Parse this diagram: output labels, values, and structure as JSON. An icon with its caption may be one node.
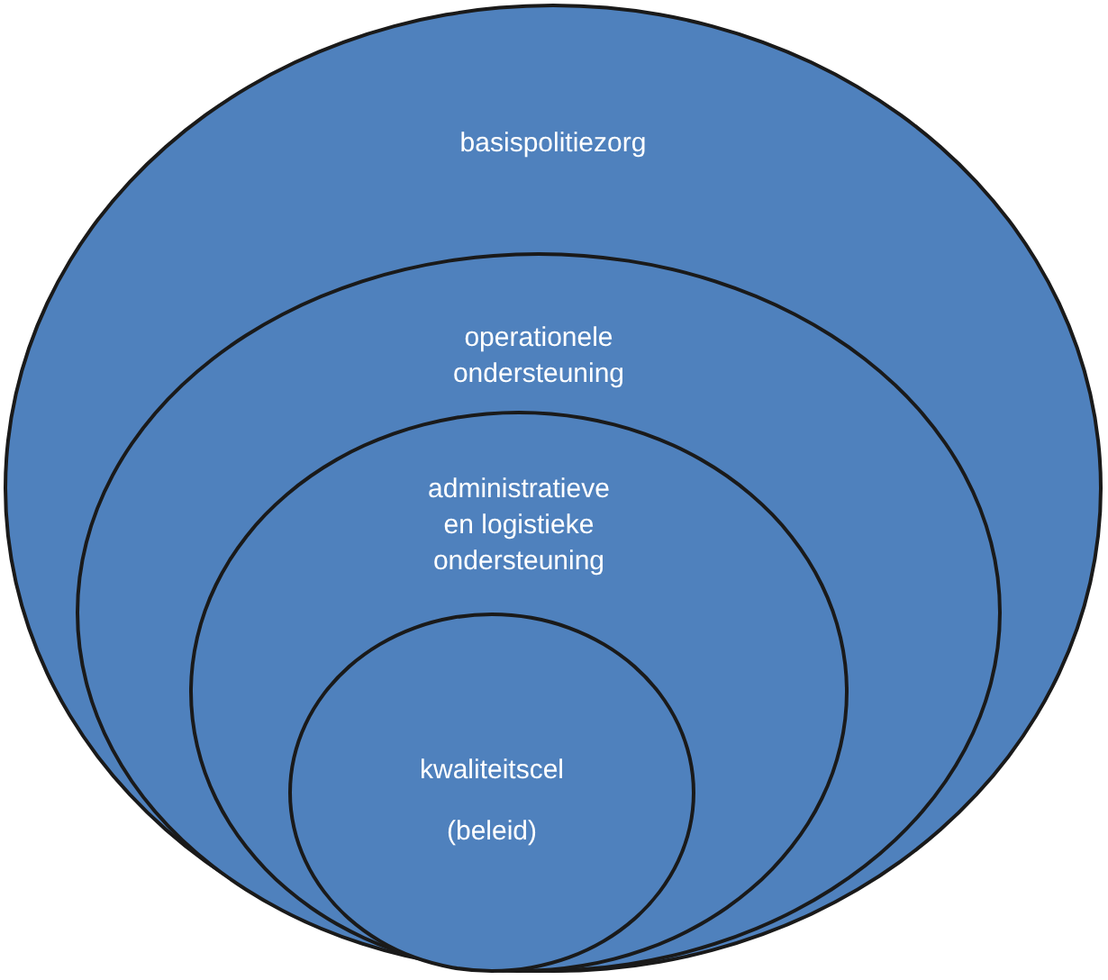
{
  "diagram": {
    "nodes": [
      {
        "text": [
          "basispolitiezorg"
        ]
      },
      {
        "text": [
          "operationele ondersteuning"
        ],
        "in": 0
      },
      {
        "text": [
          "administratieve en logistieke ondersteuning"
        ],
        "in": 1
      },
      {
        "text": [
          "kwaliteitscel",
          "(beleid)"
        ],
        "in": 2
      }
    ]
  }
}
